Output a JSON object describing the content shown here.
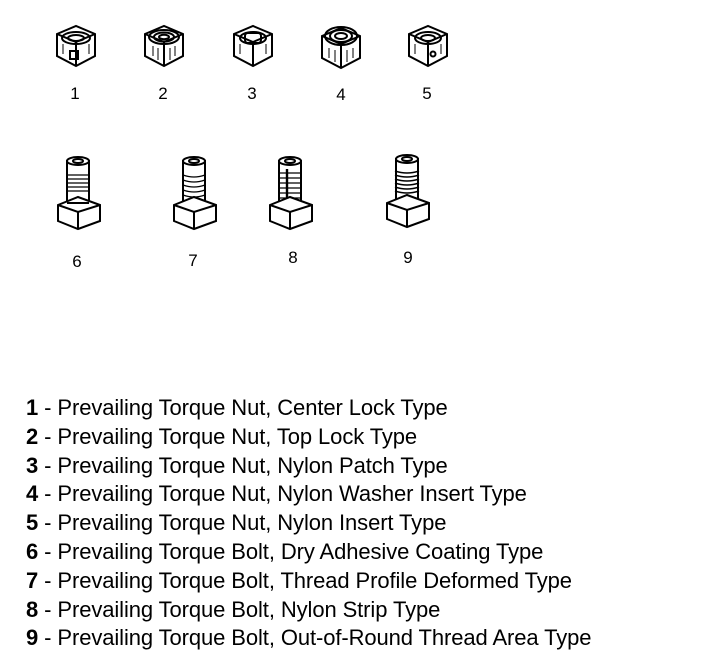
{
  "diagram": {
    "nuts": [
      {
        "number": "1",
        "icon": "center-lock-nut-icon"
      },
      {
        "number": "2",
        "icon": "top-lock-nut-icon"
      },
      {
        "number": "3",
        "icon": "nylon-patch-nut-icon"
      },
      {
        "number": "4",
        "icon": "nylon-washer-insert-nut-icon"
      },
      {
        "number": "5",
        "icon": "nylon-insert-nut-icon"
      }
    ],
    "bolts": [
      {
        "number": "6",
        "icon": "dry-adhesive-coating-bolt-icon"
      },
      {
        "number": "7",
        "icon": "thread-profile-deformed-bolt-icon"
      },
      {
        "number": "8",
        "icon": "nylon-strip-bolt-icon"
      },
      {
        "number": "9",
        "icon": "out-of-round-thread-bolt-icon"
      }
    ],
    "legend": [
      {
        "number": "1",
        "separator": " - ",
        "text": "Prevailing Torque Nut, Center Lock Type"
      },
      {
        "number": "2",
        "separator": " - ",
        "text": "Prevailing Torque Nut, Top Lock Type"
      },
      {
        "number": "3",
        "separator": " - ",
        "text": "Prevailing Torque Nut, Nylon Patch Type"
      },
      {
        "number": "4",
        "separator": " - ",
        "text": "Prevailing Torque Nut, Nylon Washer Insert Type"
      },
      {
        "number": "5",
        "separator": " - ",
        "text": "Prevailing Torque Nut, Nylon Insert Type"
      },
      {
        "number": "6",
        "separator": " - ",
        "text": "Prevailing Torque Bolt, Dry Adhesive Coating Type"
      },
      {
        "number": "7",
        "separator": " - ",
        "text": "Prevailing Torque Bolt, Thread Profile Deformed Type"
      },
      {
        "number": "8",
        "separator": " - ",
        "text": "Prevailing Torque Bolt, Nylon Strip Type"
      },
      {
        "number": "9",
        "separator": " - ",
        "text": "Prevailing Torque Bolt, Out-of-Round Thread Area Type"
      }
    ]
  }
}
